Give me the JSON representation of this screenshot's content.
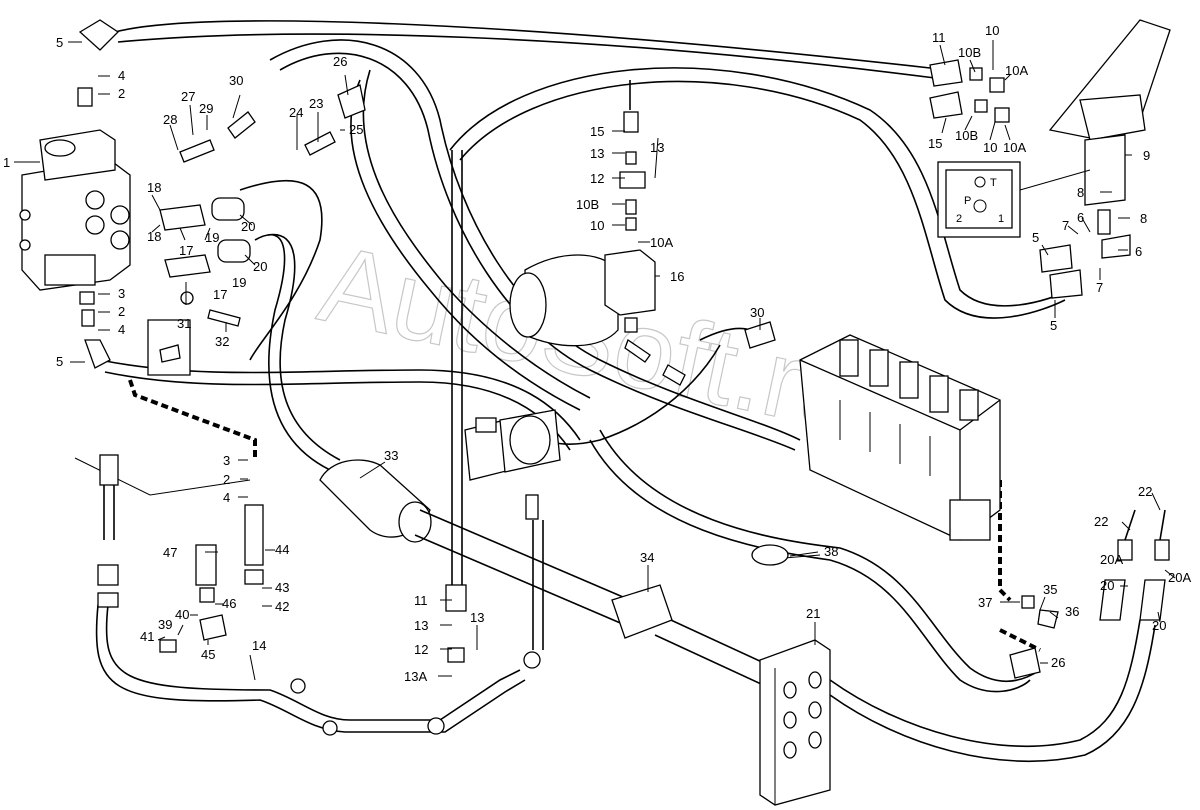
{
  "diagram": {
    "watermark": "AutoSoft.ru",
    "inset_ports": [
      "T",
      "P",
      "2",
      "1"
    ],
    "labels": [
      "5",
      "4",
      "2",
      "1",
      "28",
      "27",
      "29",
      "30",
      "24",
      "23",
      "25",
      "26",
      "18",
      "18",
      "17",
      "19",
      "20",
      "17",
      "19",
      "20",
      "31",
      "32",
      "3",
      "2",
      "4",
      "5",
      "3",
      "2",
      "4",
      "44",
      "43",
      "42",
      "47",
      "46",
      "40",
      "39",
      "41",
      "45",
      "14",
      "33",
      "11",
      "13",
      "13",
      "12",
      "13A",
      "15",
      "13",
      "13",
      "12",
      "10B",
      "10",
      "10A",
      "16",
      "30",
      "11",
      "10",
      "10B",
      "10A",
      "15",
      "10B",
      "10",
      "10A",
      "9",
      "8",
      "8",
      "7",
      "6",
      "6",
      "7",
      "5",
      "5",
      "34",
      "38",
      "21",
      "37",
      "35",
      "36",
      "26",
      "22",
      "22",
      "20A",
      "20",
      "20A",
      "20"
    ]
  }
}
